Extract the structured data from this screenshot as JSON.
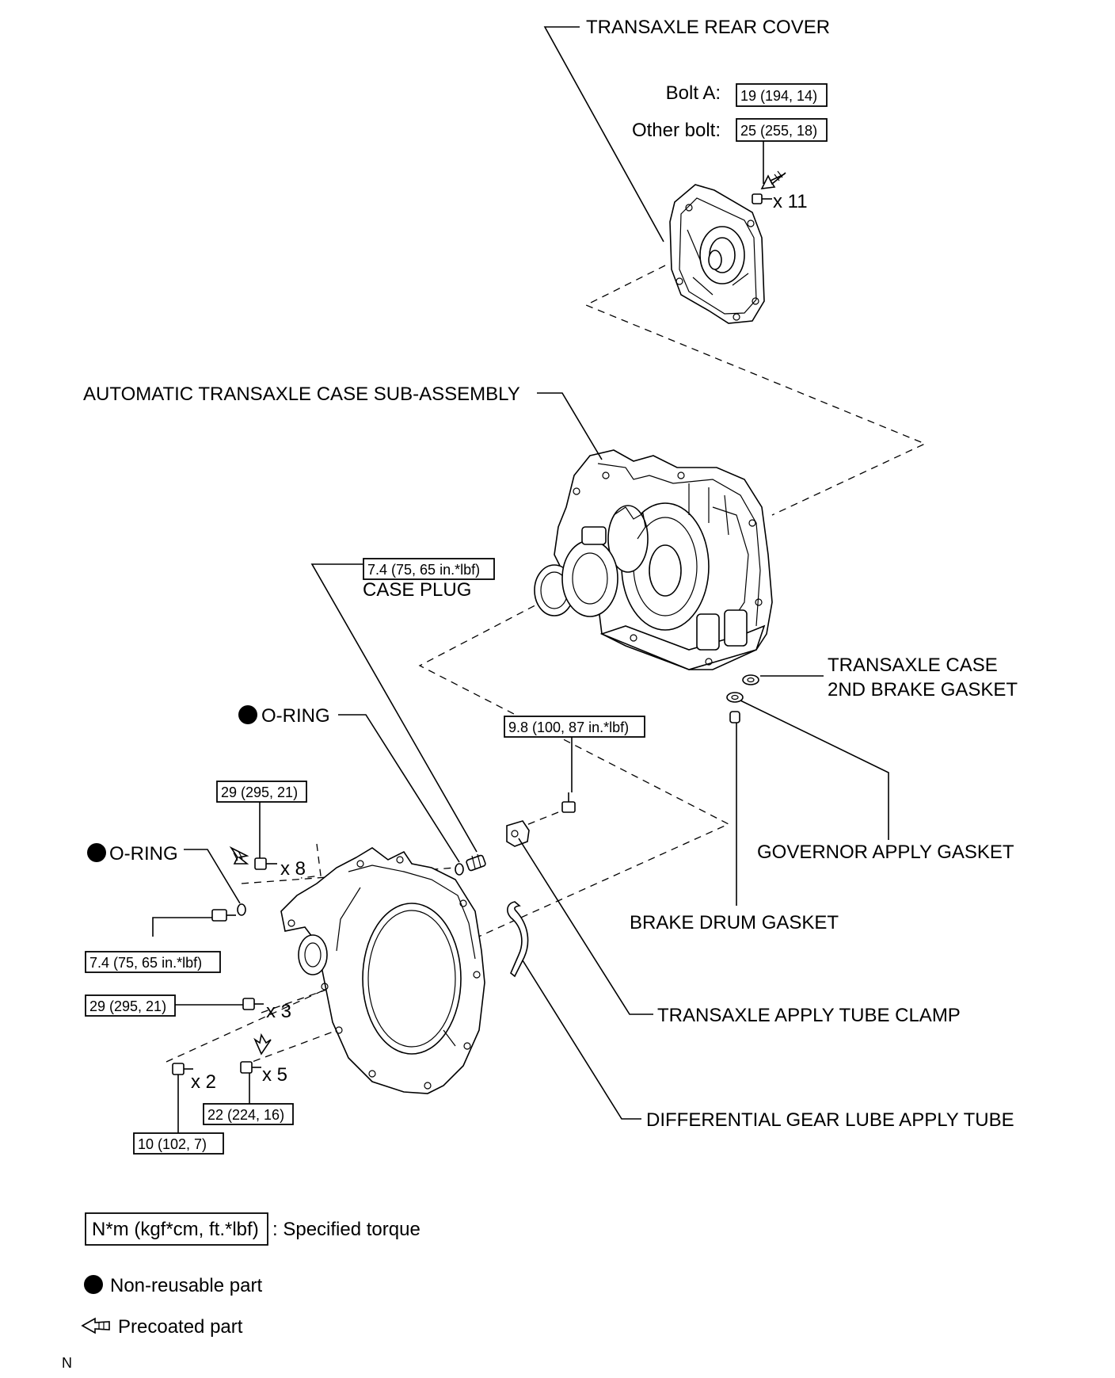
{
  "labels": {
    "rear_cover": "TRANSAXLE REAR COVER",
    "bolt_a": "Bolt A:",
    "other_bolt": "Other bolt:",
    "case_sub_assembly": "AUTOMATIC TRANSAXLE CASE SUB-ASSEMBLY",
    "case_plug": "CASE PLUG",
    "case_2nd_brake_gasket_line1": "TRANSAXLE CASE",
    "case_2nd_brake_gasket_line2": "2ND BRAKE GASKET",
    "o_ring_upper": "O-RING",
    "o_ring_left": "O-RING",
    "governor_apply_gasket": "GOVERNOR APPLY GASKET",
    "brake_drum_gasket": "BRAKE DRUM GASKET",
    "apply_tube_clamp": "TRANSAXLE APPLY TUBE CLAMP",
    "lube_apply_tube": "DIFFERENTIAL GEAR LUBE APPLY TUBE"
  },
  "torques": {
    "bolt_a": "19 (194, 14)",
    "other_bolt": "25 (255, 18)",
    "case_plug": "7.4 (75, 65 in.*lbf)",
    "clamp_bolt": "9.8 (100, 87 in.*lbf)",
    "bolt_x8": "29 (295, 21)",
    "left_plug": "7.4 (75, 65 in.*lbf)",
    "bolt_x3": "29 (295, 21)",
    "bolt_x5": "22 (224, 16)",
    "bolt_x2": "10 (102, 7)"
  },
  "counts": {
    "rear_cover_bolts": "x 11",
    "bolt_x8": "x 8",
    "bolt_x3": "x 3",
    "bolt_x5": "x 5",
    "bolt_x2": "x 2"
  },
  "legend": {
    "torque_box": "N*m (kgf*cm, ft.*lbf)",
    "torque_desc": ": Specified torque",
    "non_reusable": "Non-reusable part",
    "precoated": "Precoated part"
  },
  "corner_mark": "N"
}
